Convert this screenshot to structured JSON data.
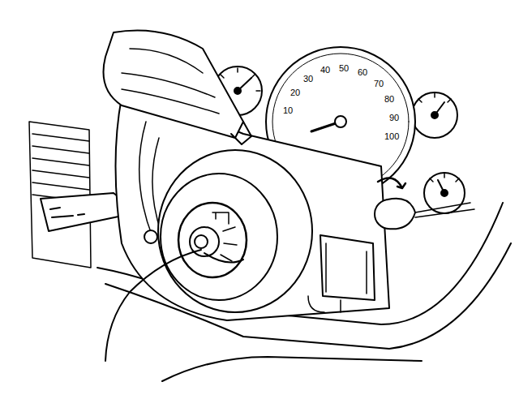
{
  "diagram": {
    "labels": [
      "10",
      "20",
      "30",
      "40",
      "50",
      "60",
      "70",
      "80",
      "90",
      "100"
    ]
  }
}
